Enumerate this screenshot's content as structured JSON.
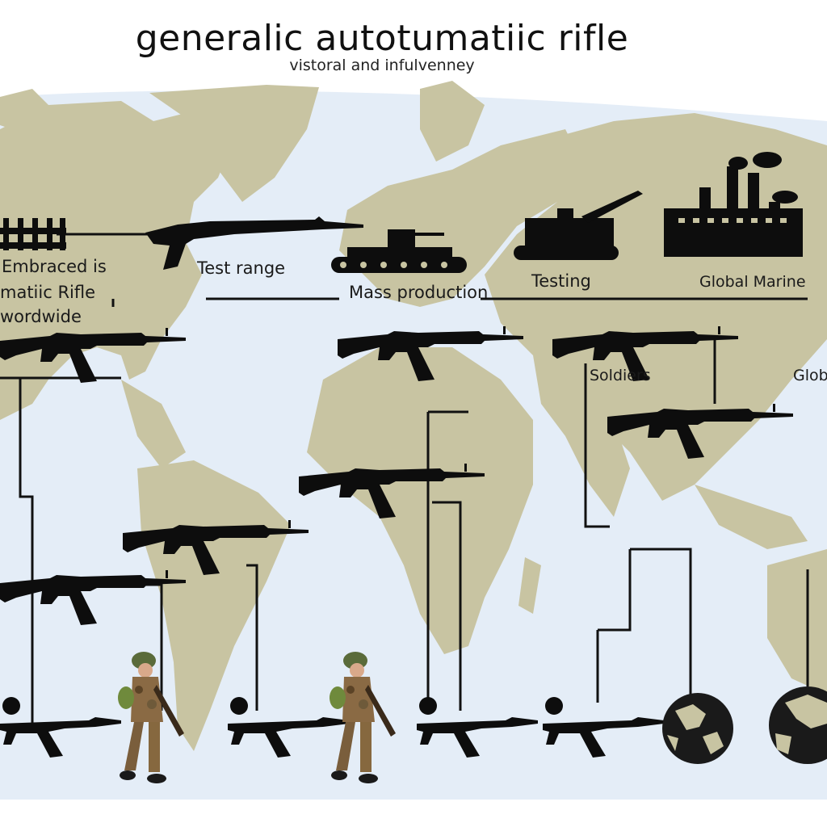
{
  "header": {
    "title": "generalic autotumatiic rifle",
    "subtitle": "vistoral and infulvenney"
  },
  "labels": {
    "left_line1": "Embraced is",
    "left_line2": "matiic Rifle",
    "left_line3": "wordwide",
    "test_range": "Test range",
    "mass_production": "Mass production",
    "testing": "Testing",
    "global_marine": "Global Marine",
    "soldiers": "Soldiers",
    "globl": "Globl"
  },
  "colors": {
    "ocean": "#e4edf7",
    "land": "#c8c4a2",
    "silhouette": "#0d0d0d",
    "camo": "#8a6a44"
  },
  "icons": [
    "factory-icon",
    "tank-icon",
    "crane-vehicle-icon",
    "barricade-icon",
    "rifle-icon",
    "soldier-icon",
    "person-icon",
    "globe-icon"
  ]
}
